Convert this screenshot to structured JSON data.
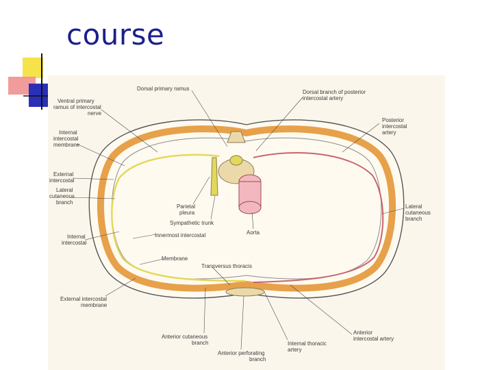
{
  "slide": {
    "title": "course"
  },
  "colors": {
    "title": "#1b1f8c",
    "muscle": "#e7a14a",
    "nerve": "#e2d95a",
    "artery": "#c9646e",
    "bone": "#ecd9a9"
  },
  "labels": {
    "dorsal_primary_ramus": "Dorsal primary ramus",
    "ventral_primary_ramus_1": "Ventral primary",
    "ventral_primary_ramus_2": "ramus of intercostal",
    "ventral_primary_ramus_3": "nerve",
    "internal_intercostal_membrane_1": "Internal",
    "internal_intercostal_membrane_2": "intercostal",
    "internal_intercostal_membrane_3": "membrane",
    "external_intercostal_1": "External",
    "external_intercostal_2": "intercostal",
    "lateral_cutaneous_left_1": "Lateral",
    "lateral_cutaneous_left_2": "cutaneous",
    "lateral_cutaneous_left_3": "branch",
    "internal_intercostal_1": "Internal",
    "internal_intercostal_2": "intercostal",
    "parietal_pleura_1": "Parietal",
    "parietal_pleura_2": "pleura",
    "sympathetic_trunk": "Sympathetic trunk",
    "innermost_intercostal": "Innermost intercostal",
    "membrane": "Membrane",
    "transversus_thoracis": "Transversus thoracis",
    "external_intercostal_membrane_1": "External intercostal",
    "external_intercostal_membrane_2": "membrane",
    "anterior_cutaneous_1": "Anterior cutaneous",
    "anterior_cutaneous_2": "branch",
    "anterior_perforating_1": "Anterior perforating",
    "anterior_perforating_2": "branch",
    "internal_thoracic_artery_1": "Internal thoracic",
    "internal_thoracic_artery_2": "artery",
    "anterior_intercostal_artery_1": "Anterior",
    "anterior_intercostal_artery_2": "intercostal artery",
    "aorta": "Aorta",
    "dorsal_branch_posterior_1": "Dorsal branch of posterior",
    "dorsal_branch_posterior_2": "intercostal artery",
    "posterior_intercostal_artery_1": "Posterior",
    "posterior_intercostal_artery_2": "intercostal",
    "posterior_intercostal_artery_3": "artery",
    "lateral_cutaneous_right_1": "Lateral",
    "lateral_cutaneous_right_2": "cutaneous",
    "lateral_cutaneous_right_3": "branch"
  }
}
